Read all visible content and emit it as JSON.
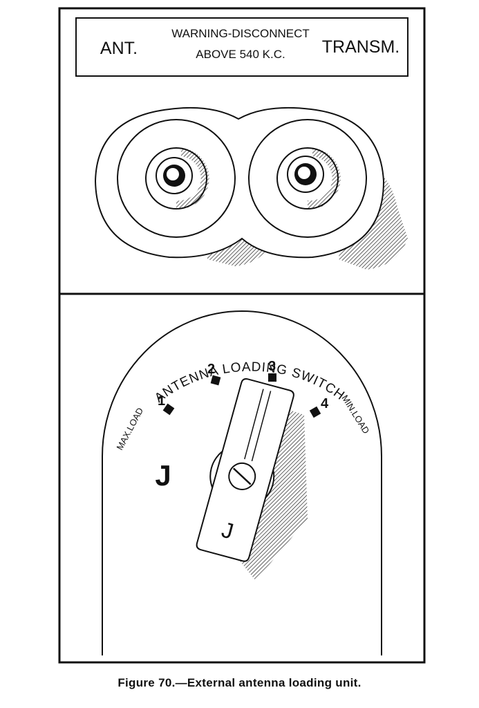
{
  "warning_plate": {
    "left_label": "ANT.",
    "right_label": "TRANSM.",
    "line1": "WARNING-DISCONNECT",
    "line2": "ABOVE 540 K.C."
  },
  "switch": {
    "arc_title": "ANTENNA LOADING SWITCH",
    "max_label": "MAX.LOAD",
    "min_label": "MIN.LOAD",
    "positions": [
      "1",
      "2",
      "3",
      "4"
    ],
    "base_mark": "J",
    "handle_mark": "J",
    "selected_position": "3"
  },
  "caption": "Figure 70.—External antenna loading unit."
}
